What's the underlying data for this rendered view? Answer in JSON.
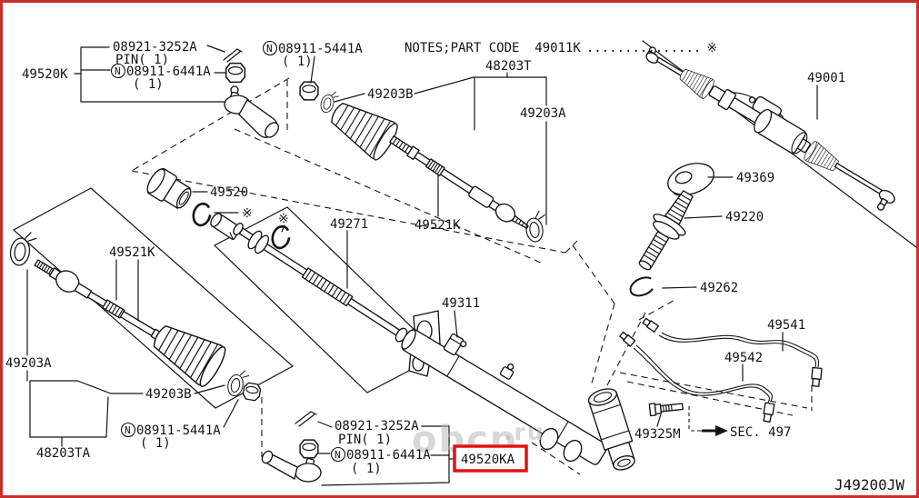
{
  "diagram": {
    "drawing_code": "J49200JW",
    "watermark": {
      "text": "obcp",
      "suffix": ".ru"
    },
    "notes": {
      "label": "NOTES;PART CODE  49011K",
      "dots": "...............",
      "mark": "※"
    },
    "colors": {
      "line": "#141414",
      "highlight": "#e01212",
      "border": "#c62f2d",
      "watermark": "#b9b9b9"
    },
    "labels": {
      "l49520K": "49520K",
      "pin_top": "08921-3252A",
      "pin_top_qty": "PIN( 1)",
      "n6441_top": "08911-6441A",
      "n6441_top_qty": "( 1)",
      "n5441_top": "08911-5441A",
      "n5441_top_qty": "( 1)",
      "l48203T": "48203T",
      "l49203B_top": "49203B",
      "l49203A_top": "49203A",
      "l49520": "49520",
      "l49271": "49271",
      "l49521K_mid": "49521K",
      "l49521K_left": "49521K",
      "l49311": "49311",
      "l49203A_left": "49203A",
      "l49203B_bottom": "49203B",
      "n5441_bottom": "08911-5441A",
      "n5441_bottom_qty": "( 1)",
      "l48203TA": "48203TA",
      "pin_bottom": "08921-3252A",
      "pin_bottom_qty": "PIN( 1)",
      "n6441_bottom": "08911-6441A",
      "n6441_bottom_qty": "( 1)",
      "l49520KA": "49520KA",
      "l49001": "49001",
      "l49369": "49369",
      "l49220": "49220",
      "l49262": "49262",
      "l49541": "49541",
      "l49542": "49542",
      "l49325M": "49325M",
      "sec497": "SEC. 497",
      "ref_mark": "※",
      "circled_n": "N"
    }
  }
}
